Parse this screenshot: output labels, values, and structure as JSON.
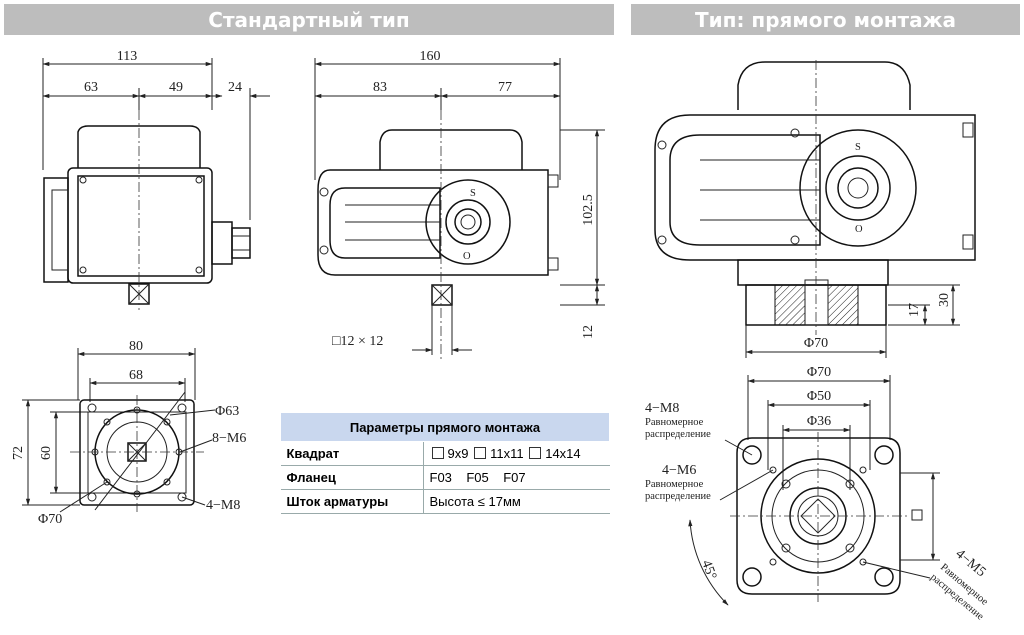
{
  "headers": {
    "standard": "Стандартный тип",
    "direct": "Тип: прямого монтажа"
  },
  "front_view": {
    "d_total": "113",
    "d_left": "63",
    "d_right": "49",
    "d_gland": "24"
  },
  "side_view": {
    "d_total": "160",
    "d_left": "83",
    "d_right": "77",
    "d_height": "102.5",
    "d_shaft": "12",
    "square": "□12 × 12"
  },
  "bottom_view": {
    "d_80": "80",
    "d_68": "68",
    "d_72": "72",
    "d_60": "60",
    "phi63": "Φ63",
    "m6": "8−M6",
    "m8": "4−M8",
    "phi70": "Φ70"
  },
  "direct_view": {
    "d_30": "30",
    "d_17": "17",
    "phi70": "Φ70"
  },
  "flange_view": {
    "phi70": "Φ70",
    "phi50": "Φ50",
    "phi36": "Φ36",
    "m8": "4−M8",
    "m6": "4−M6",
    "m5": "4−M5",
    "equal1": "Равномерное",
    "equal2": "распределение",
    "angle": "45°"
  },
  "table": {
    "title": "Параметры прямого монтажа",
    "rows": [
      {
        "key": "Квадрат",
        "v": [
          "9x9",
          "11x11",
          "14x14"
        ]
      },
      {
        "key": "Фланец",
        "v": [
          "F03",
          "F05",
          "F07"
        ]
      },
      {
        "key": "Шток арматуры",
        "v": [
          "Высота ≤ 17мм"
        ]
      }
    ]
  }
}
